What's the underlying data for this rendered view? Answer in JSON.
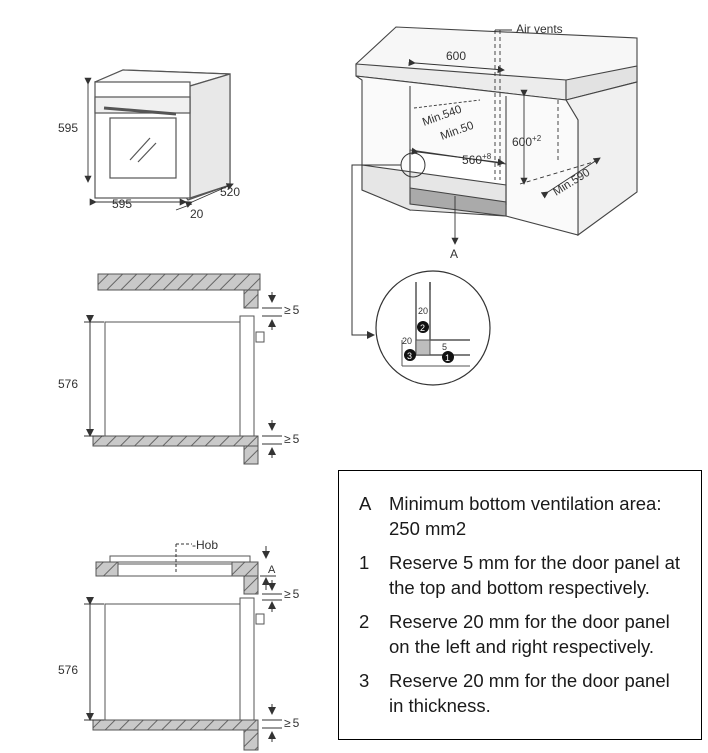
{
  "oven_dims": {
    "height": "595",
    "width": "595",
    "depth": "520",
    "door": "20"
  },
  "cabinet": {
    "air_vents": "Air vents",
    "width": "600",
    "min_540": "Min.540",
    "min_50": "Min.50",
    "niche_height": "600",
    "niche_height_tol": "+2",
    "niche_width": "560",
    "niche_width_tol": "+8",
    "min_590": "Min.590",
    "label_a": "A"
  },
  "detail": {
    "d20_top": "20",
    "d20_side": "20",
    "d5": "5",
    "badge_1": "1",
    "badge_2": "2",
    "badge_3": "3"
  },
  "section_1": {
    "height": "576",
    "gap_top": "5",
    "gap_bottom": "5",
    "ge_symbol": "≥"
  },
  "section_2": {
    "hob": "Hob",
    "label_a": "A",
    "height": "576",
    "gap_top": "5",
    "gap_bottom": "5",
    "ge_symbol": "≥"
  },
  "legend": [
    {
      "key": "A",
      "text": "Minimum bottom ventilation area: 250 mm2"
    },
    {
      "key": "1",
      "text": "Reserve 5 mm for the door panel at the top and bottom respectively."
    },
    {
      "key": "2",
      "text": "Reserve 20 mm for the door panel on the left and right respectively."
    },
    {
      "key": "3",
      "text": "Reserve 20 mm for the door panel in thickness."
    }
  ]
}
